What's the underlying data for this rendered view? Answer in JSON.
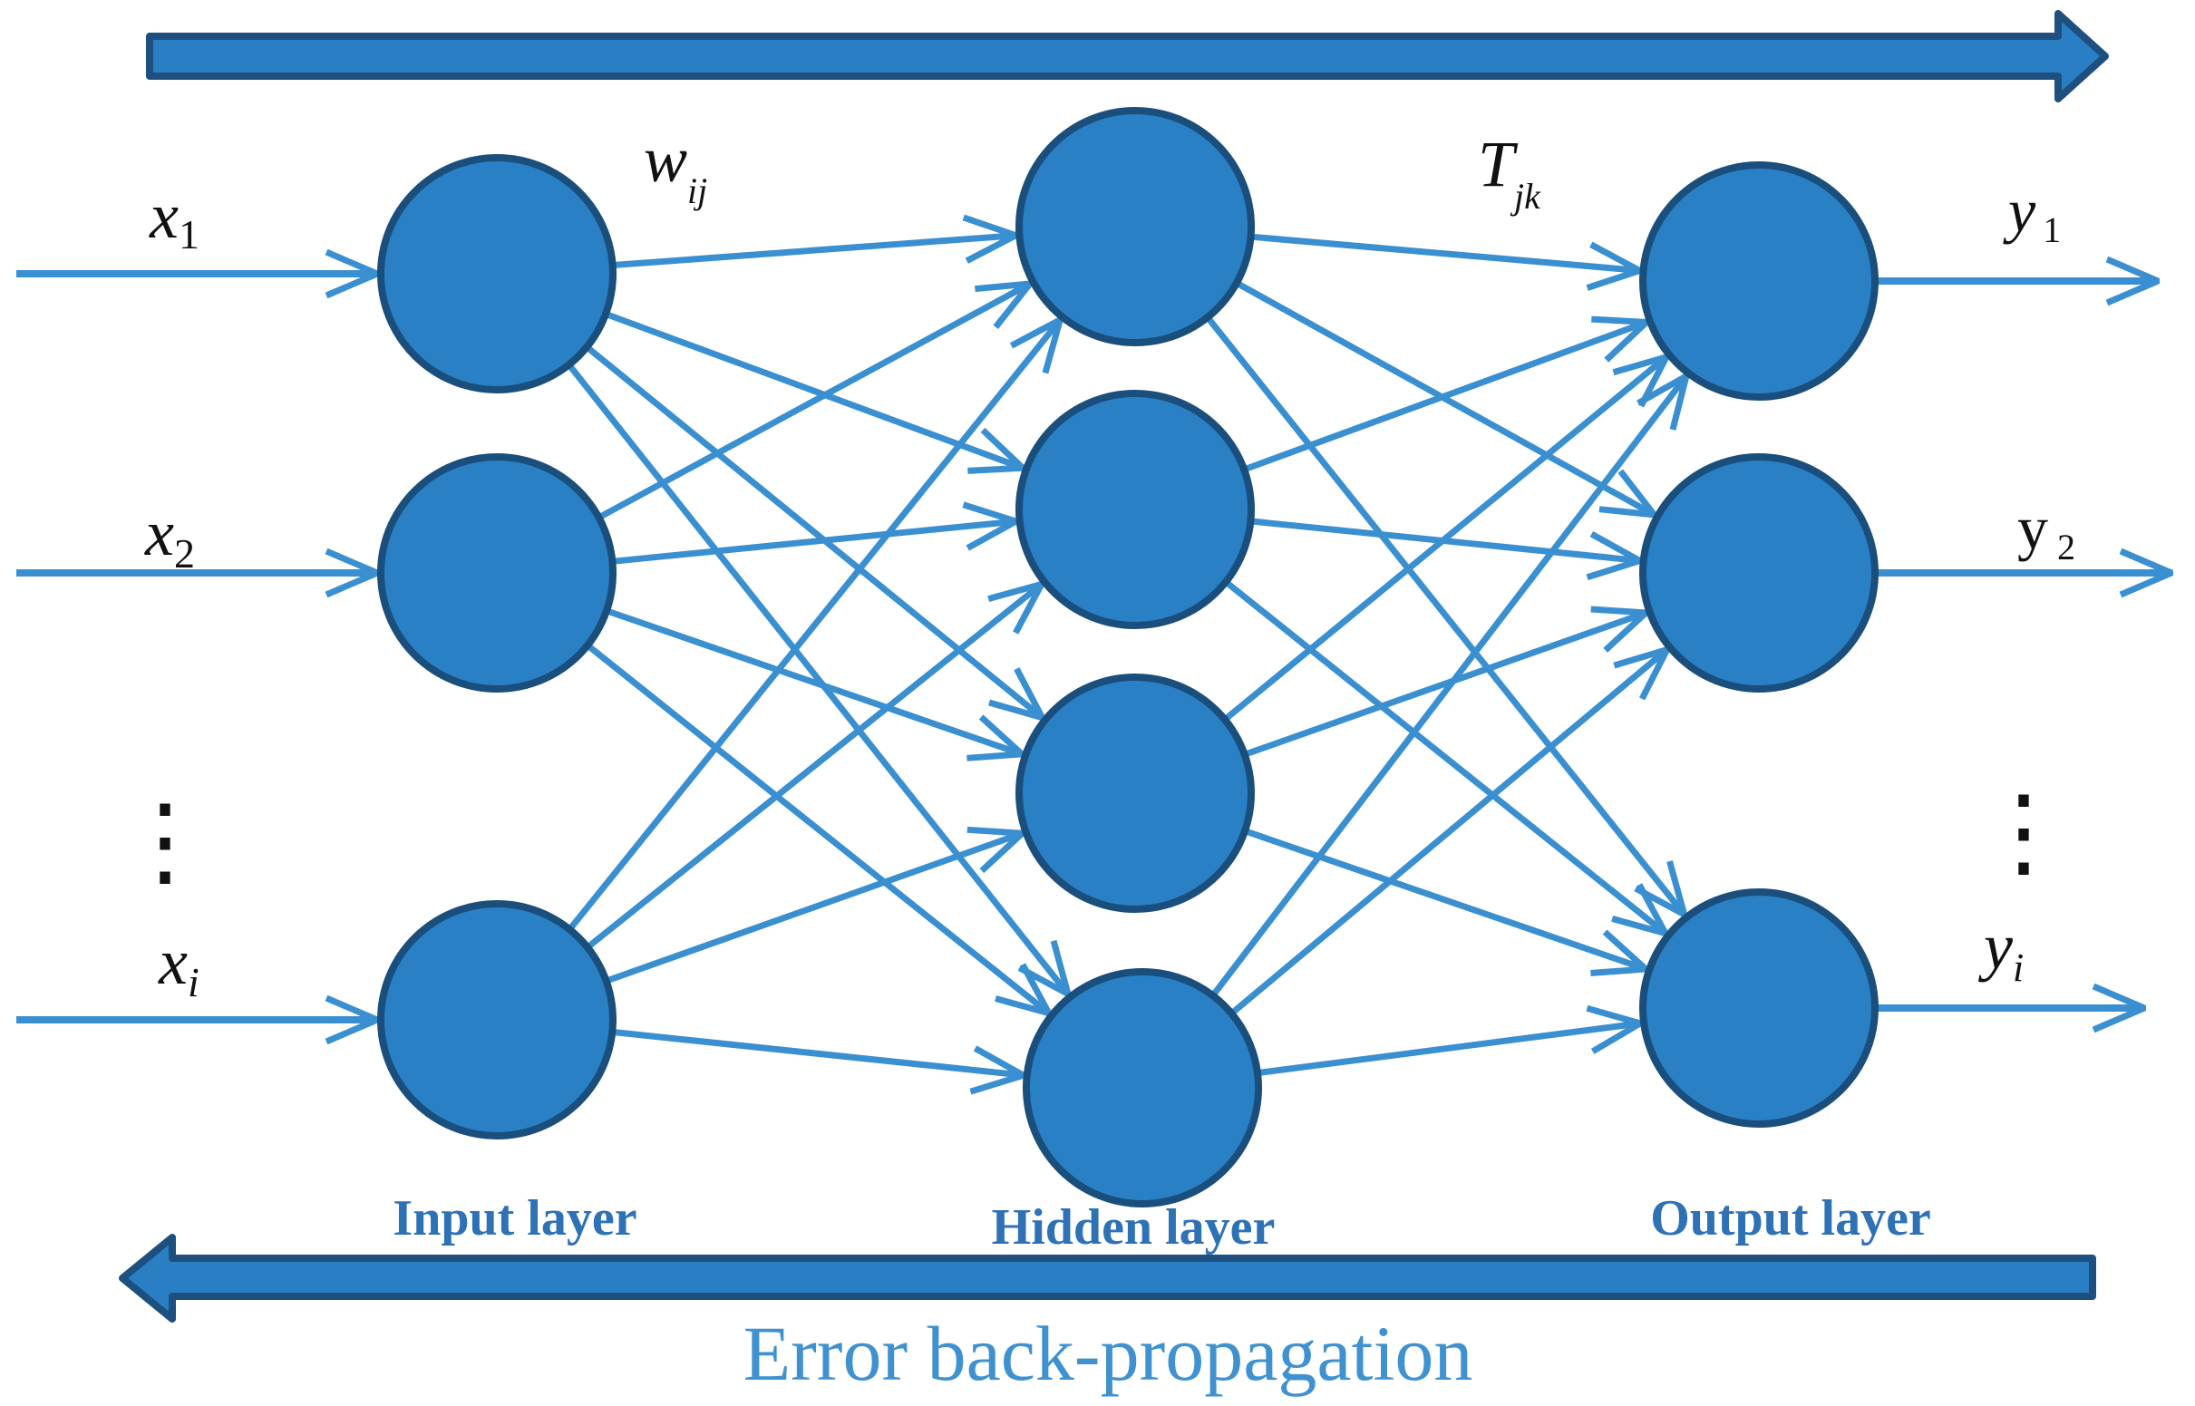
{
  "colors": {
    "node_fill": "#2a80c4",
    "node_stroke": "#1a4e7c",
    "edge": "#3a8fd0",
    "band_fill": "#2a7fc4",
    "band_stroke": "#1d4f7f",
    "label": "#2e72b5",
    "caption": "#3f92cf"
  },
  "inputs": {
    "x1": {
      "base": "x",
      "sub": "1"
    },
    "x2": {
      "base": "x",
      "sub": "2"
    },
    "xi": {
      "base": "x",
      "sub": "i"
    }
  },
  "outputs": {
    "y1": {
      "base": "y",
      "sub": "1"
    },
    "y2": {
      "base": "y",
      "sub": "2"
    },
    "yi": {
      "base": "y",
      "sub": "i"
    }
  },
  "weights": {
    "w": {
      "base": "w",
      "sub": "ij"
    },
    "t": {
      "base": "T",
      "sub": "jk"
    }
  },
  "ellipsis": "⋮",
  "labels": {
    "input_layer": "Input layer",
    "hidden_layer": "Hidden layer",
    "output_layer": "Output layer",
    "error_caption": "Error back-propagation"
  }
}
